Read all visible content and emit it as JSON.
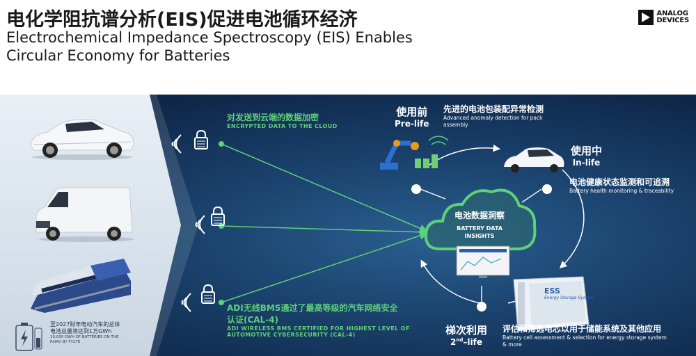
{
  "header": {
    "title_cn": "电化学阻抗谱分析(EIS)促进电池循环经济",
    "title_en_line1": "Electrochemical Impedance Spectroscopy (EIS) Enables",
    "title_en_line2": "Circular Economy for Batteries",
    "logo_line1": "ANALOG",
    "logo_line2": "DEVICES"
  },
  "left": {
    "note_cn_line1": "至2027财年电动汽车的总体",
    "note_cn_line2": "电池总量将达到1万GWh",
    "note_en_line1": "10,000 GWh of batteries on the",
    "note_en_line2": "road by FY27E"
  },
  "cloud_label": {
    "cn": "对发送到云端的数据加密",
    "en": "ENCRYPTED DATA TO THE CLOUD"
  },
  "bms_label": {
    "cn_line1": "ADI无线BMS通过了最高等级的汽车网络安全",
    "cn_line2": "认证(CAL-4)",
    "en_line1": "ADI WIRELESS BMS CERTIFIED FOR HIGHEST LEVEL OF",
    "en_line2": "AUTOMOTIVE CYBERSECURITY (CAL-4)"
  },
  "center": {
    "cn": "电池数据洞察",
    "en_line1": "BATTERY DATA",
    "en_line2": "INSIGHTS"
  },
  "pre_life": {
    "cn": "使用前",
    "en": "Pre-life",
    "desc_cn": "先进的电池包装配异常检测",
    "desc_en_line1": "Advanced anomaly detection for pack",
    "desc_en_line2": "assembly"
  },
  "in_life": {
    "cn": "使用中",
    "en": "In-life",
    "desc_cn": "电池健康状态监测和可追溯",
    "desc_en": "Battery health monitoring & traceability"
  },
  "second_life": {
    "cn": "梯次利用",
    "en_prefix": "2",
    "en_sup": "nd",
    "en_suffix": "–life",
    "desc_cn": "评估和筛选电芯以用于储能系统及其他应用",
    "desc_en_line1": "Battery cell assessment & selection for energy storage system",
    "desc_en_line2": "& more"
  },
  "ess": {
    "title": "ESS",
    "subtitle": "Energy Storage System"
  },
  "colors": {
    "accent_green": "#5fd07a",
    "background_navy": "#1a416c"
  },
  "icons": [
    "wifi-icon",
    "lock-icon",
    "cloud-icon",
    "battery-icon",
    "robot-arm-icon"
  ]
}
